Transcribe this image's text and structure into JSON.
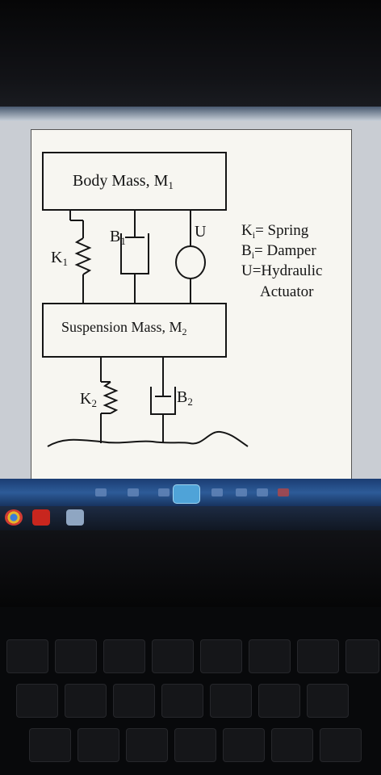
{
  "diagram": {
    "body_mass_label": "Body Mass, M",
    "body_mass_sub": "1",
    "suspension_mass_label": "Suspension Mass, M",
    "suspension_mass_sub": "2",
    "k1_label": "K",
    "k1_sub": "1",
    "b1_label": "B",
    "b1_sub": "1",
    "u_label": "U",
    "k2_label": "K",
    "k2_sub": "2",
    "b2_label": "B",
    "b2_sub": "2",
    "legend": {
      "spring_key": "K",
      "spring_sub": "i",
      "spring_text": "= Spring",
      "damper_key": "B",
      "damper_sub": "i",
      "damper_text": "= Damper",
      "actuator_text": "U=Hydraulic",
      "actuator_text2": "Actuator"
    }
  }
}
